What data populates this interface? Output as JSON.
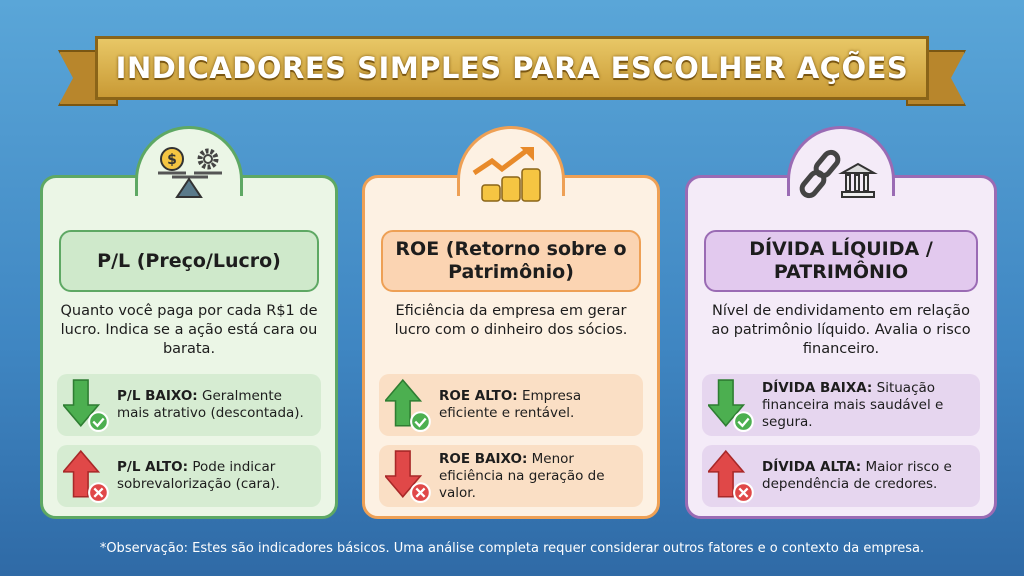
{
  "title": "INDICADORES SIMPLES PARA ESCOLHER AÇÕES",
  "cards": [
    {
      "icon": "scale-icon",
      "title": "P/L (Preço/Lucro)",
      "desc": "Quanto você paga por cada R$1 de lucro. Indica se a ação está cara ou barata.",
      "items": [
        {
          "label": "P/L BAIXO:",
          "text": "Geralmente mais atrativo (descontada)."
        },
        {
          "label": "P/L ALTO:",
          "text": "Pode indicar sobrevalorização (cara)."
        }
      ]
    },
    {
      "icon": "growth-coins-icon",
      "title": "ROE (Retorno sobre o Patrimônio)",
      "desc": "Eficiência da empresa em gerar lucro com o dinheiro dos sócios.",
      "items": [
        {
          "label": "ROE ALTO:",
          "text": "Empresa eficiente e rentável."
        },
        {
          "label": "ROE BAIXO:",
          "text": "Menor eficiência na geração de valor."
        }
      ]
    },
    {
      "icon": "chain-bank-icon",
      "title": "DÍVIDA LÍQUIDA / PATRIMÔNIO",
      "desc": "Nível de endividamento em relação ao patrimônio líquido. Avalia o risco financeiro.",
      "items": [
        {
          "label": "DÍVIDA BAIXA:",
          "text": "Situação financeira mais saudável e segura."
        },
        {
          "label": "DÍVIDA ALTA:",
          "text": "Maior risco e dependência de credores."
        }
      ]
    }
  ],
  "footnote": "*Observação: Estes são indicadores básicos. Uma análise completa requer considerar outros fatores e o contexto da empresa.",
  "colors": {
    "good": "#4caf50",
    "bad": "#e04848",
    "gold": "#d4a84a"
  }
}
